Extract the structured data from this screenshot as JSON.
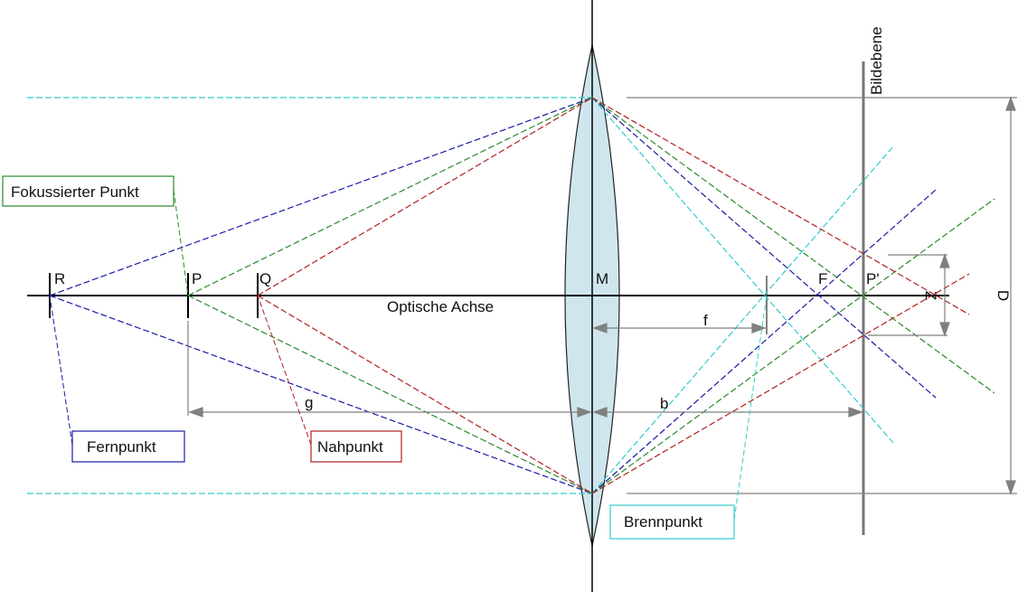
{
  "labels": {
    "R": "R",
    "P": "P",
    "Q": "Q",
    "M": "M",
    "F": "F",
    "P_prime": "P'",
    "Z": "Z",
    "D": "D",
    "axis": "Optische Achse",
    "image_plane": "Bildebene",
    "f": "f",
    "g": "g",
    "b": "b"
  },
  "callouts": {
    "focused_point": "Fokussierter Punkt",
    "far_point": "Fernpunkt",
    "near_point": "Nahpunkt",
    "focal_point": "Brennpunkt"
  },
  "colors": {
    "axis": "#000000",
    "far_rays": "#1a1aa6",
    "focused_rays": "#2a8a2a",
    "near_rays": "#b02020",
    "parallel_rays": "#33cccc",
    "lens_fill": "#cfe6ef",
    "dimension": "#808080"
  }
}
